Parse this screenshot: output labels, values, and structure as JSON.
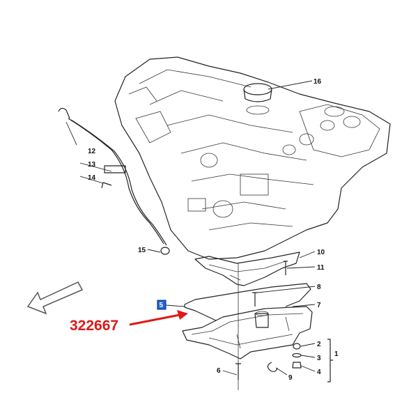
{
  "diagram": {
    "part_number_callout": "322667",
    "highlight_color": "#e01818",
    "selected_box_color": "#1e63d6",
    "labels": {
      "l1": "1",
      "l2": "2",
      "l3": "3",
      "l4": "4",
      "l5": "5",
      "l6": "6",
      "l7": "7",
      "l8": "8",
      "l9": "9",
      "l10": "10",
      "l11": "11",
      "l12": "12",
      "l13": "13",
      "l14": "14",
      "l15": "15",
      "l16": "16"
    }
  }
}
